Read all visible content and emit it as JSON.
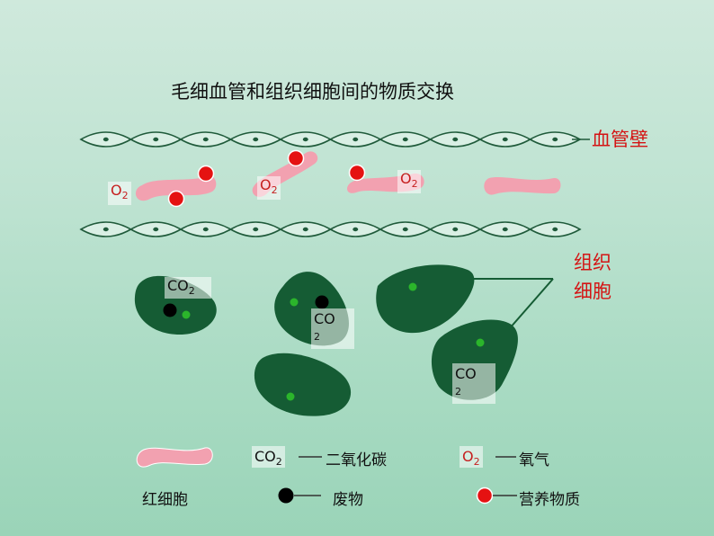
{
  "title": "毛细血管和组织细胞间的物质交换",
  "labels": {
    "vessel_wall": "血管壁",
    "tissue_cell_line1": "组织",
    "tissue_cell_line2": "细胞"
  },
  "substances": {
    "o2_base": "O",
    "o2_sub": "2",
    "co2_base": "CO",
    "co2_sub": "2"
  },
  "legend": {
    "co2_desc": "二氧化碳",
    "o2_desc": "氧气",
    "rbc": "红细胞",
    "waste": "废物",
    "nutrient": "营养物质"
  },
  "colors": {
    "vessel_cell_fill": "#d9efe4",
    "vessel_cell_stroke": "#1f5a3a",
    "tissue_cell": "#155c34",
    "nucleus": "#2bb52b",
    "rbc": "#f2a1b0",
    "nutrient": "#e51212",
    "waste": "#000000",
    "accent_red": "#d41414"
  }
}
